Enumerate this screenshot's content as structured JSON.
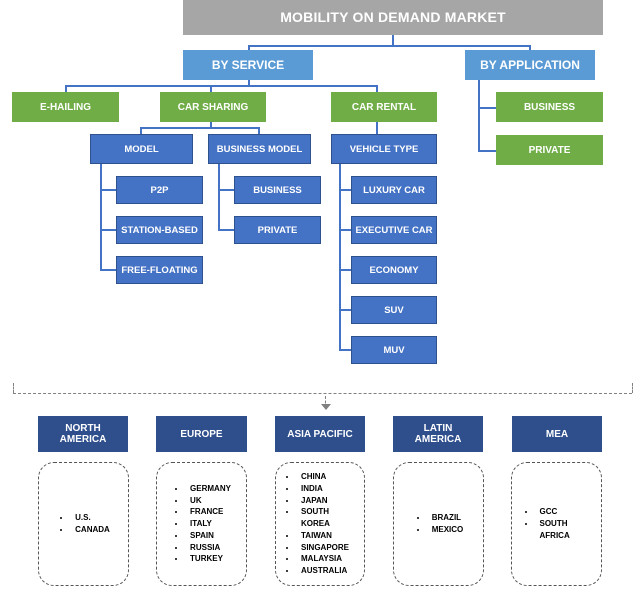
{
  "title": "MOBILITY ON DEMAND MARKET",
  "by_service": {
    "label": "BY SERVICE",
    "e_hailing": "E-HAILING",
    "car_sharing": {
      "label": "CAR SHARING",
      "model": {
        "label": "MODEL",
        "items": [
          "P2P",
          "STATION-BASED",
          "FREE-FLOATING"
        ]
      },
      "business_model": {
        "label": "BUSINESS MODEL",
        "items": [
          "BUSINESS",
          "PRIVATE"
        ]
      }
    },
    "car_rental": {
      "label": "CAR RENTAL",
      "vehicle_type": {
        "label": "VEHICLE TYPE",
        "items": [
          "LUXURY CAR",
          "EXECUTIVE  CAR",
          "ECONOMY",
          "SUV",
          "MUV"
        ]
      }
    }
  },
  "by_application": {
    "label": "BY APPLICATION",
    "items": [
      "BUSINESS",
      "PRIVATE"
    ]
  },
  "regions": [
    {
      "name": "NORTH AMERICA",
      "countries": [
        "U.S.",
        "CANADA"
      ]
    },
    {
      "name": "EUROPE",
      "countries": [
        "GERMANY",
        "UK",
        "FRANCE",
        "ITALY",
        "SPAIN",
        "RUSSIA",
        "TURKEY"
      ]
    },
    {
      "name": "ASIA PACIFIC",
      "countries": [
        "CHINA",
        "INDIA",
        "JAPAN",
        "SOUTH KOREA",
        "TAIWAN",
        "SINGAPORE",
        "MALAYSIA",
        "AUSTRALIA"
      ]
    },
    {
      "name": "LATIN AMERICA",
      "countries": [
        "BRAZIL",
        "MEXICO"
      ]
    },
    {
      "name": "MEA",
      "countries": [
        "GCC",
        "SOUTH AFRICA"
      ]
    }
  ],
  "colors": {
    "title_bg": "#a6a6a6",
    "level1_bg": "#5b9bd5",
    "green_bg": "#70ad47",
    "blue_bg": "#4472c4",
    "region_bg": "#2e4e8c"
  }
}
